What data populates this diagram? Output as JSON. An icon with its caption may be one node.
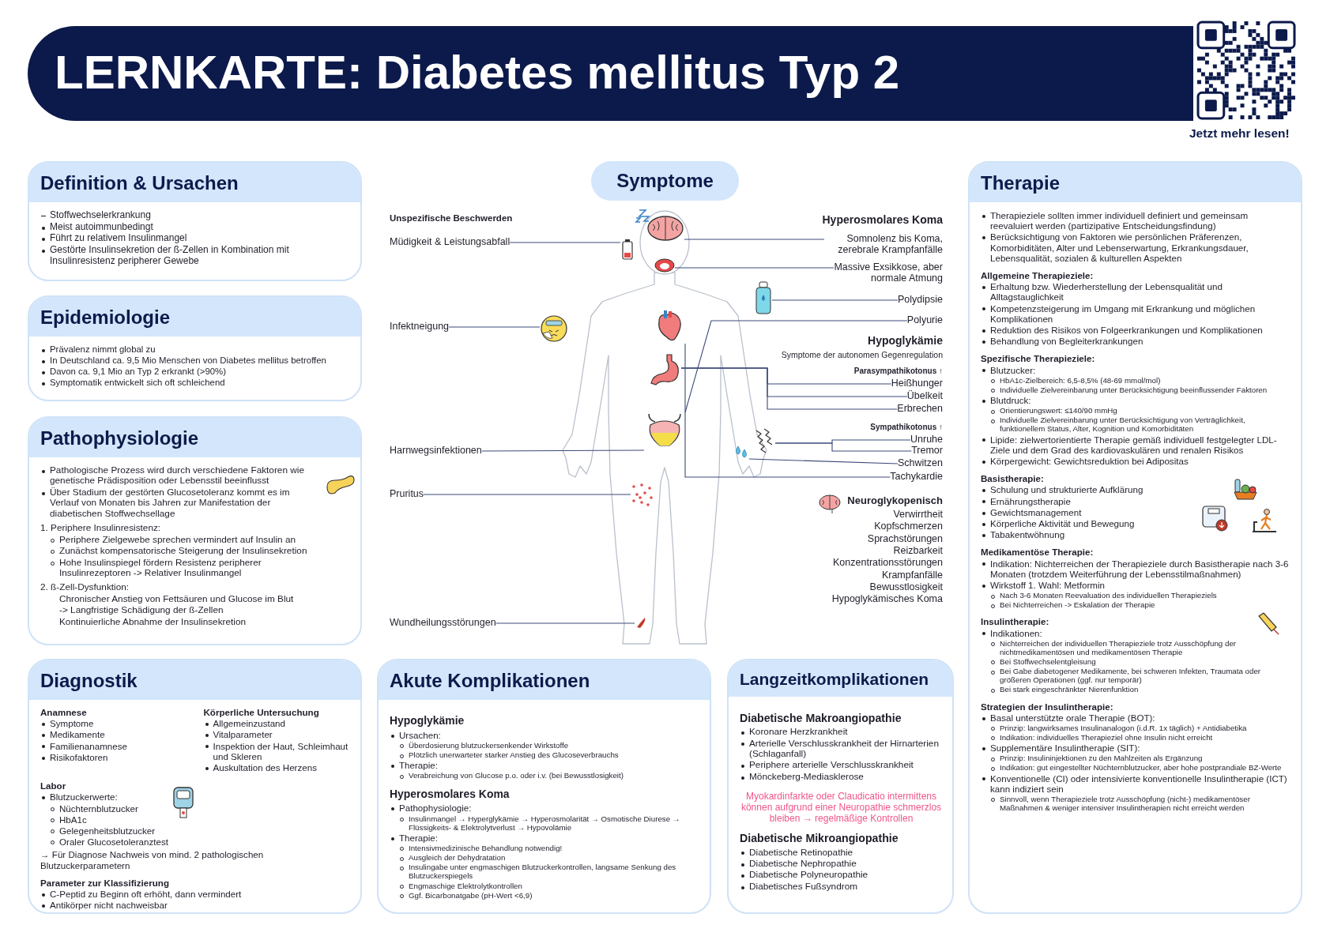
{
  "diagram": {
    "title": "LERNKARTE: Diabetes mellitus Typ 2",
    "nodes": [
      {
        "text": [
          "Definition & Ursachen",
          "Stoffwechselerkrankung",
          "Meist autoimmunbedingt",
          "Führt zu relativem Insulinmangel",
          "Gestörte Insulinsekretion der ß-Zellen in Kombination mit Insulinresistenz peripherer Gewebe"
        ]
      },
      {
        "text": [
          "Epidemiologie",
          "Prävalenz nimmt global zu",
          "In Deutschland ca. 9,5 Mio Menschen von Diabetes mellitus betroffen",
          "Davon ca. 9,1 Mio an Typ 2 erkrankt (>90%)",
          "Symptomatik entwickelt sich oft schleichend"
        ]
      },
      {
        "text": [
          "Pathophysiologie",
          "Pathologische Prozess wird durch verschiedene Faktoren wie genetische Prädisposition oder Lebensstil beeinflusst",
          "Über Stadium der gestörten Glucosetoleranz kommt es im Verlauf von Monaten bis Jahren zur Manifestation der diabetischen Stoffwechsellage",
          "1. Periphere Insulinresistenz:",
          "Periphere Zielgewebe sprechen vermindert auf Insulin an",
          "Zunächst kompensatorische Steigerung der Insulinsekretion",
          "Hohe Insulinspiegel fördern Resistenz peripherer Insulinrezeptoren -> Relativer Insulinmangel",
          "2. ß-Zell-Dysfunktion:",
          "Chronischer Anstieg von Fettsäuren und Glucose im Blut",
          "-> Langfristige Schädigung der ß-Zellen",
          "Kontinuierliche Abnahme der Insulinsekretion"
        ]
      },
      {
        "text": [
          "Diagnostik",
          "Anamnese",
          "Symptome",
          "Medikamente",
          "Familienanamnese",
          "Risikofaktoren",
          "Körperliche Untersuchung",
          "Allgemeinzustand",
          "Vitalparameter",
          "Inspektion der Haut, Schleimhaut und Skleren",
          "Auskultation des Herzens",
          "Labor",
          "Blutzuckerwerte:",
          "Nüchternblutzucker",
          "HbA1c",
          "Gelegenheitsblutzucker",
          "Oraler Glucosetoleranztest",
          "→ Für Diagnose Nachweis von mind. 2 pathologischen Blutzuckerparametern",
          "Parameter zur Klassifizierung",
          "C-Peptid zu Beginn oft erhöht, dann vermindert",
          "Antikörper nicht nachweisbar"
        ]
      },
      {
        "text": [
          "Akute Komplikationen",
          "Hypoglykämie",
          "Ursachen:",
          "Überdosierung blutzuckersenkender Wirkstoffe",
          "Plötzlich unerwarteter starker Anstieg des Glucoseverbrauchs",
          "Therapie:",
          "Verabreichung von Glucose p.o. oder i.v. (bei Bewusstlosigkeit)",
          "Hyperosmolares Koma",
          "Pathophysiologie:",
          "Insulinmangel → Hyperglykämie → Hyperosmolarität → Osmotische Diurese → Flüssigkeits- & Elektrolytverlust → Hypovolämie",
          "Therapie:",
          "Intensivmedizinische Behandlung notwendig!",
          "Ausgleich der Dehydratation",
          "Insulingabe unter engmaschigen Blutzuckerkontrollen, langsame Senkung des Blutzuckerspiegels",
          "Engmaschige Elektrolytkontrollen",
          "Ggf. Bicarbonatgabe (pH-Wert <6,9)"
        ]
      },
      {
        "text": [
          "Langzeitkomplikationen",
          "Diabetische Makroangiopathie",
          "Koronare Herzkrankheit",
          "Arterielle Verschlusskrankheit der Hirnarterien (Schlaganfall)",
          "Periphere arterielle Verschlusskrankheit",
          "Mönckeberg-Mediasklerose",
          "Myokardinfarkte oder Claudicatio intermittens können aufgrund einer Neuropathie schmerzlos bleiben → regelmäßige Kontrollen",
          "Diabetische Mikroangiopathie",
          "Diabetische Retinopathie",
          "Diabetische Nephropathie",
          "Diabetische Polyneuropathie",
          "Diabetisches Fußsyndrom"
        ]
      },
      {
        "text": [
          "Therapie",
          "Therapieziele sollten immer individuell definiert und gemeinsam reevaluiert werden (partizipative Entscheidungsfindung)",
          "Berücksichtigung von Faktoren wie persönlichen Präferenzen, Komorbiditäten, Alter und Lebenserwartung, Erkrankungsdauer, Lebensqualität, sozialen & kulturellen Aspekten",
          "Allgemeine Therapieziele:",
          "Erhaltung bzw. Wiederherstellung der Lebensqualität und Alltagstauglichkeit",
          "Kompetenzsteigerung im Umgang mit Erkrankung und möglichen Komplikationen",
          "Reduktion des Risikos von Folgeerkrankungen und Komplikationen",
          "Behandlung von Begleiterkrankungen",
          "Spezifische Therapieziele:",
          "Blutzucker:",
          "HbA1c-Zielbereich: 6,5-8,5% (48-69 mmol/mol)",
          "Individuelle Zielvereinbarung unter Berücksichtigung beeinflussender Faktoren",
          "Blutdruck:",
          "Orientierungswert: ≤140/90 mmHg",
          "Individuelle Zielvereinbarung unter Berücksichtigung von Verträglichkeit, funktionellem Status, Alter, Kognition und Komorbiditäten",
          "Lipide: zielwertorientierte Therapie gemäß individuell festgelegter LDL-Ziele und dem Grad des kardiovaskulären und renalen Risikos",
          "Körpergewicht: Gewichtsreduktion bei Adipositas",
          "Basistherapie:",
          "Schulung und strukturierte Aufklärung",
          "Ernährungstherapie",
          "Gewichtsmanagement",
          "Körperliche Aktivität und Bewegung",
          "Tabakentwöhnung",
          "Medikamentöse Therapie:",
          "Indikation: Nichterreichen der Therapieziele durch Basistherapie nach 3-6 Monaten (trotzdem Weiterführung der Lebensstilmaßnahmen)",
          "Wirkstoff 1. Wahl: Metformin",
          "Nach 3-6 Monaten Reevaluation des individuellen Therapieziels",
          "Bei Nichterreichen -> Eskalation der Therapie",
          "Insulintherapie:",
          "Indikationen:",
          "Nichterreichen der individuellen Therapieziele trotz Ausschöpfung der nichtmedikamentösen und medikamentösen Therapie",
          "Bei Stoffwechselentgleisung",
          "Bei Gabe diabetogener Medikamente, bei schweren Infekten, Traumata oder größeren Operationen (ggf. nur temporär)",
          "Bei stark eingeschränkter Nierenfunktion",
          "Strategien der Insulintherapie:",
          "Basal unterstützte orale Therapie (BOT):",
          "Prinzip: langwirksames Insulinanalogon (i.d.R. 1x täglich) + Antidiabetika",
          "Indikation: individuelles Therapieziel ohne Insulin nicht erreicht",
          "Supplementäre Insulintherapie (SIT):",
          "Prinzip: Insulininjektionen zu den Mahlzeiten als Ergänzung",
          "Indikation: gut eingestellter Nüchternblutzucker, aber hohe postprandiale BZ-Werte",
          "Konventionelle (CI) oder intensivierte konventionelle Insulintherapie (ICT) kann indiziert sein",
          "Sinnvoll, wenn Therapieziele trotz Ausschöpfung (nicht-) medikamentöser Maßnahmen & weniger intensiver Insulintherapien nicht erreicht werden"
        ]
      },
      {
        "text": [
          "Symptome"
        ]
      },
      {
        "text": [
          "Müdigkeit & Leistungsabfall"
        ]
      },
      {
        "text": [],
        "shape": "picture"
      },
      {
        "text": [],
        "shape": "picture"
      },
      {
        "text": [
          "Somnolenz bis Koma, zerebrale Krampfanfälle"
        ]
      },
      {
        "text": [],
        "shape": "picture"
      },
      {
        "text": [
          "Massive Exsikkose, aber normale Atmung"
        ]
      },
      {
        "text": [],
        "shape": "picture"
      },
      {
        "text": [
          "Polydipsie"
        ]
      },
      {
        "text": [
          "Infektneigung"
        ]
      },
      {
        "text": [],
        "shape": "picture"
      },
      {
        "text": [],
        "shape": "picture"
      },
      {
        "text": [
          "Polyurie"
        ]
      },
      {
        "text": [],
        "shape": "picture"
      },
      {
        "text": [
          "Heißhunger"
        ]
      },
      {
        "text": [
          "Übelkeit"
        ]
      },
      {
        "text": [
          "Erbrechen"
        ]
      },
      {
        "text": [],
        "shape": "picture"
      },
      {
        "text": [],
        "shape": "picture"
      },
      {
        "text": [
          "Unruhe"
        ]
      },
      {
        "text": [
          "Tremor"
        ]
      },
      {
        "text": [
          "Harnwegsinfektionen"
        ]
      },
      {
        "text": [],
        "shape": "picture"
      },
      {
        "text": [
          "Schwitzen"
        ]
      },
      {
        "text": [
          "Tachykardie"
        ]
      },
      {
        "text": [
          "Pruritus"
        ]
      },
      {
        "text": [],
        "shape": "picture"
      },
      {
        "text": [
          "Wundheilungsstörungen"
        ]
      },
      {
        "text": [],
        "shape": "picture"
      }
    ],
    "edges": [
      {
        "from": 8,
        "to": 9,
        "arrow": "none"
      },
      {
        "from": 11,
        "to": 10,
        "arrow": "none"
      },
      {
        "from": 13,
        "to": 12,
        "arrow": "none"
      },
      {
        "from": 15,
        "to": 14,
        "arrow": "none"
      },
      {
        "from": 16,
        "to": 17,
        "arrow": "none"
      },
      {
        "from": 19,
        "to": 24,
        "arrow": "none"
      },
      {
        "from": 21,
        "to": 20,
        "arrow": "none"
      },
      {
        "from": 22,
        "to": 20,
        "arrow": "none"
      },
      {
        "from": 23,
        "to": 20,
        "arrow": "none"
      },
      {
        "from": 26,
        "to": 25,
        "arrow": "none"
      },
      {
        "from": 27,
        "to": 25,
        "arrow": "none"
      },
      {
        "from": 28,
        "to": 24,
        "arrow": "none"
      },
      {
        "from": 30,
        "to": 29,
        "arrow": "none"
      },
      {
        "from": 31,
        "to": 18,
        "arrow": "none"
      },
      {
        "from": 32,
        "to": 33,
        "arrow": "none"
      },
      {
        "from": 34,
        "to": 35,
        "arrow": "none"
      }
    ],
    "labels": [
      "Jetzt mehr lesen!",
      "Unspezifische Beschwerden",
      "Hyperosmolares Koma",
      "Hypoglykämie",
      "Symptome der autonomen Gegenregulation",
      "Parasympathikotonus ↑",
      "Sympathikotonus ↑",
      "Neuroglykopenisch",
      "Verwirrtheit",
      "Kopfschmerzen",
      "Sprachstörungen",
      "Reizbarkeit",
      "Konzentrationsstörungen",
      "Krampfanfälle",
      "Bewusstlosigkeit",
      "Hypoglykämisches Koma"
    ]
  }
}
